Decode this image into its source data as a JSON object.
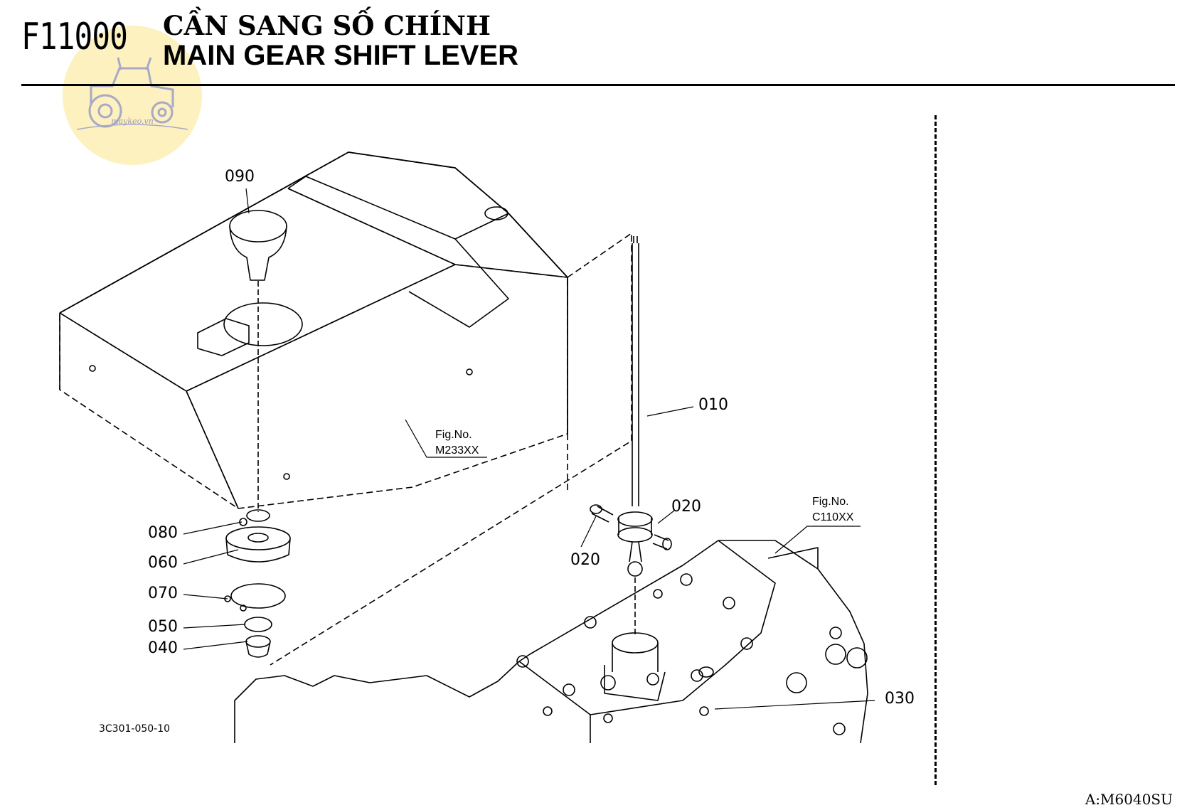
{
  "header": {
    "code": "F11000",
    "title_vi": "CẦN SANG SỐ CHÍNH",
    "title_en": "MAIN GEAR SHIFT LEVER"
  },
  "watermark": {
    "text": "maykeo.vn",
    "icon": "tractor-icon",
    "color": "#fcefb4"
  },
  "callouts": [
    {
      "id": "090",
      "label": "090"
    },
    {
      "id": "010",
      "label": "010"
    },
    {
      "id": "020a",
      "label": "020"
    },
    {
      "id": "020b",
      "label": "020"
    },
    {
      "id": "080",
      "label": "080"
    },
    {
      "id": "060",
      "label": "060"
    },
    {
      "id": "070",
      "label": "070"
    },
    {
      "id": "050",
      "label": "050"
    },
    {
      "id": "040",
      "label": "040"
    },
    {
      "id": "030",
      "label": "030"
    }
  ],
  "figure_refs": [
    {
      "line1": "Fig.No.",
      "line2": "M233XX"
    },
    {
      "line1": "Fig.No.",
      "line2": "C110XX"
    }
  ],
  "footer": {
    "drawing_number": "3C301-050-10",
    "model": "A:M6040SU"
  }
}
